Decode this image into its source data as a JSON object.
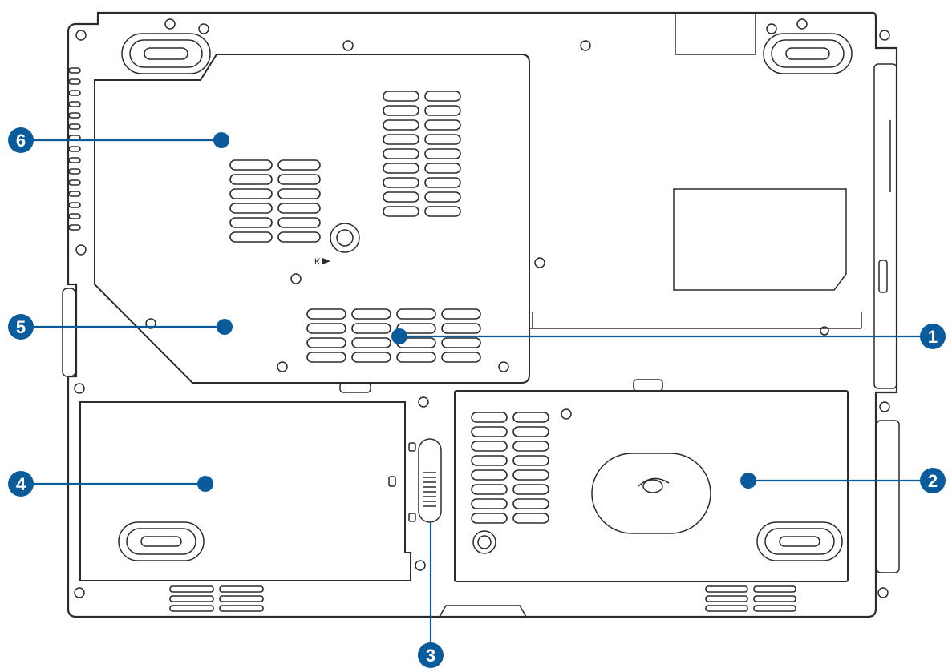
{
  "callouts": [
    {
      "id": "callout-1",
      "label": "1"
    },
    {
      "id": "callout-2",
      "label": "2"
    },
    {
      "id": "callout-3",
      "label": "3"
    },
    {
      "id": "callout-4",
      "label": "4"
    },
    {
      "id": "callout-5",
      "label": "5"
    },
    {
      "id": "callout-6",
      "label": "6"
    }
  ],
  "colors": {
    "callout": "#0a5b9c",
    "outline": "#2b2b2b"
  }
}
